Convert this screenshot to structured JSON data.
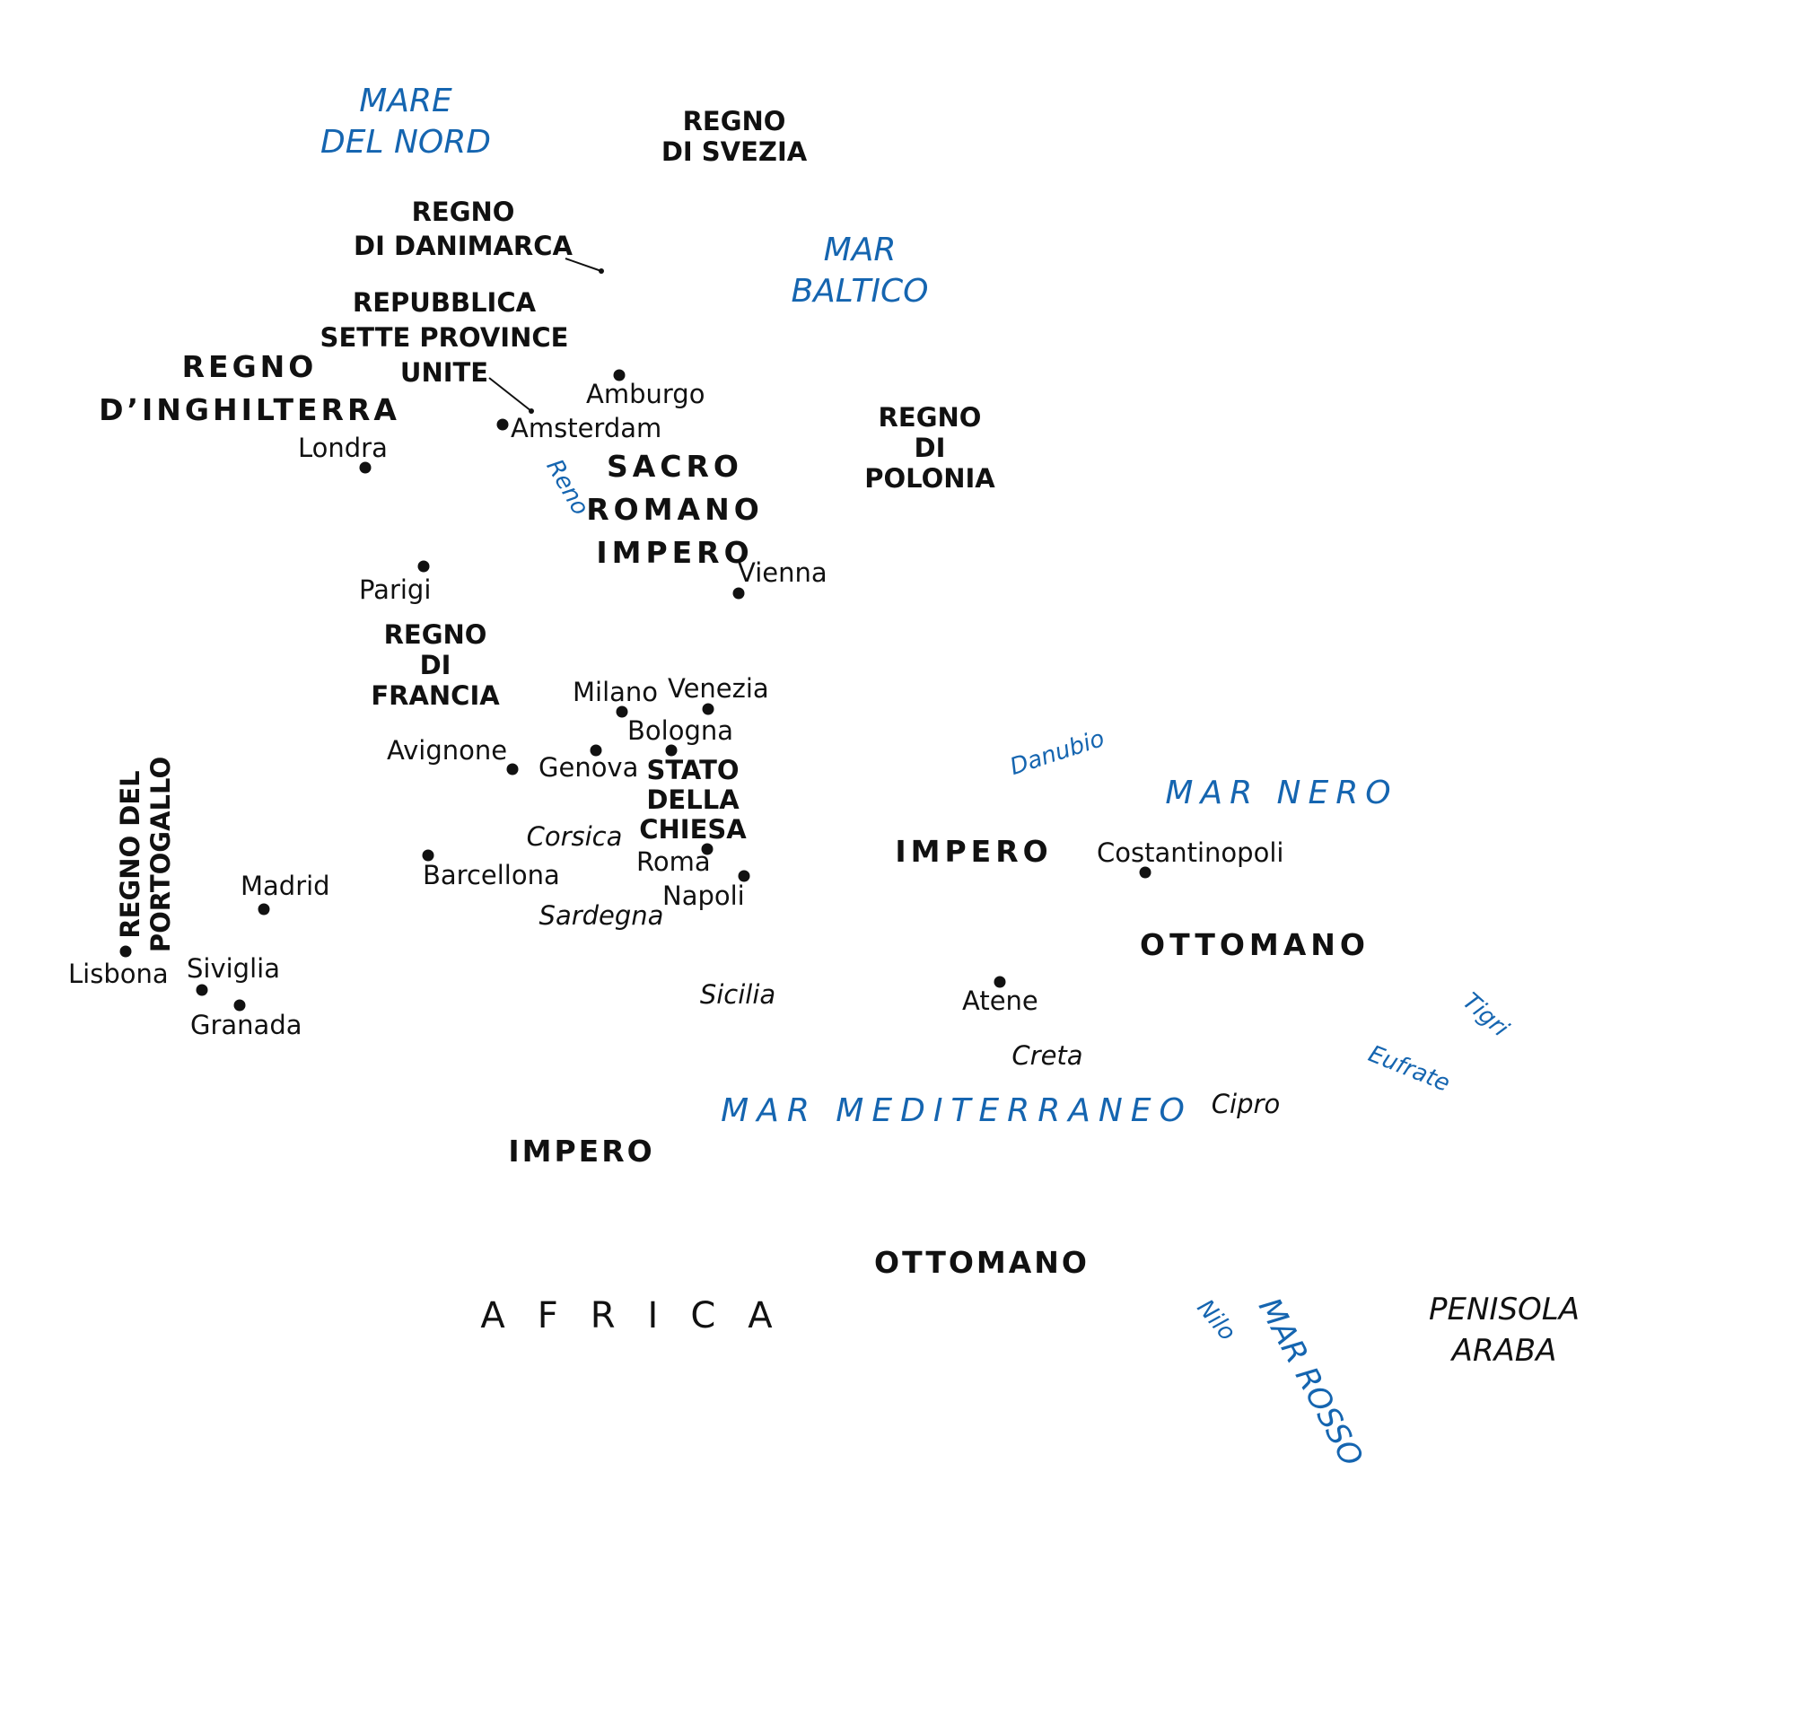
{
  "states": {
    "svezia": "REGNO\nDI SVEZIA",
    "danimarca": "REGNO\nDI DANIMARCA",
    "province_unite": "REPUBBLICA\nSETTE PROVINCE\nUNITE",
    "inghilterra": "REGNO\nD’INGHILTERRA",
    "polonia": "REGNO\nDI\nPOLONIA",
    "sacro_romano": "SACRO\nROMANO\nIMPERO",
    "francia": "REGNO\nDI\nFRANCIA",
    "portogallo": "REGNO DEL\nPORTOGALLO",
    "chiesa": "STATO\nDELLA\nCHIESA",
    "ottomano_1_a": "IMPERO",
    "ottomano_1_b": "OTTOMANO",
    "ottomano_2_a": "IMPERO",
    "ottomano_2_b": "OTTOMANO"
  },
  "cities": {
    "amburgo": "Amburgo",
    "amsterdam": "Amsterdam",
    "londra": "Londra",
    "parigi": "Parigi",
    "vienna": "Vienna",
    "milano": "Milano",
    "venezia": "Venezia",
    "bologna": "Bologna",
    "avignone": "Avignone",
    "genova": "Genova",
    "roma": "Roma",
    "napoli": "Napoli",
    "barcellona": "Barcellona",
    "madrid": "Madrid",
    "lisbona": "Lisbona",
    "siviglia": "Siviglia",
    "granada": "Granada",
    "costantinopoli": "Costantinopoli",
    "atene": "Atene"
  },
  "islands": {
    "corsica": "Corsica",
    "sardegna": "Sardegna",
    "sicilia": "Sicilia",
    "creta": "Creta",
    "cipro": "Cipro"
  },
  "seas": {
    "mare_nord": "MARE\nDEL NORD",
    "mar_baltico": "MAR\nBALTICO",
    "mar_nero": "MAR NERO",
    "mar_mediterraneo": "MAR MEDITERRANEO",
    "mar_rosso": "MAR ROSSO"
  },
  "rivers": {
    "reno": "Reno",
    "danubio": "Danubio",
    "tigri": "Tigri",
    "eufrate": "Eufrate",
    "nilo": "Nilo"
  },
  "continents": {
    "africa": "AFRICA"
  },
  "regions": {
    "penisola_araba": "PENISOLA\nARABA"
  },
  "colors": {
    "water_text": "#1565b0",
    "land_text": "#111111",
    "background": "#ffffff"
  }
}
